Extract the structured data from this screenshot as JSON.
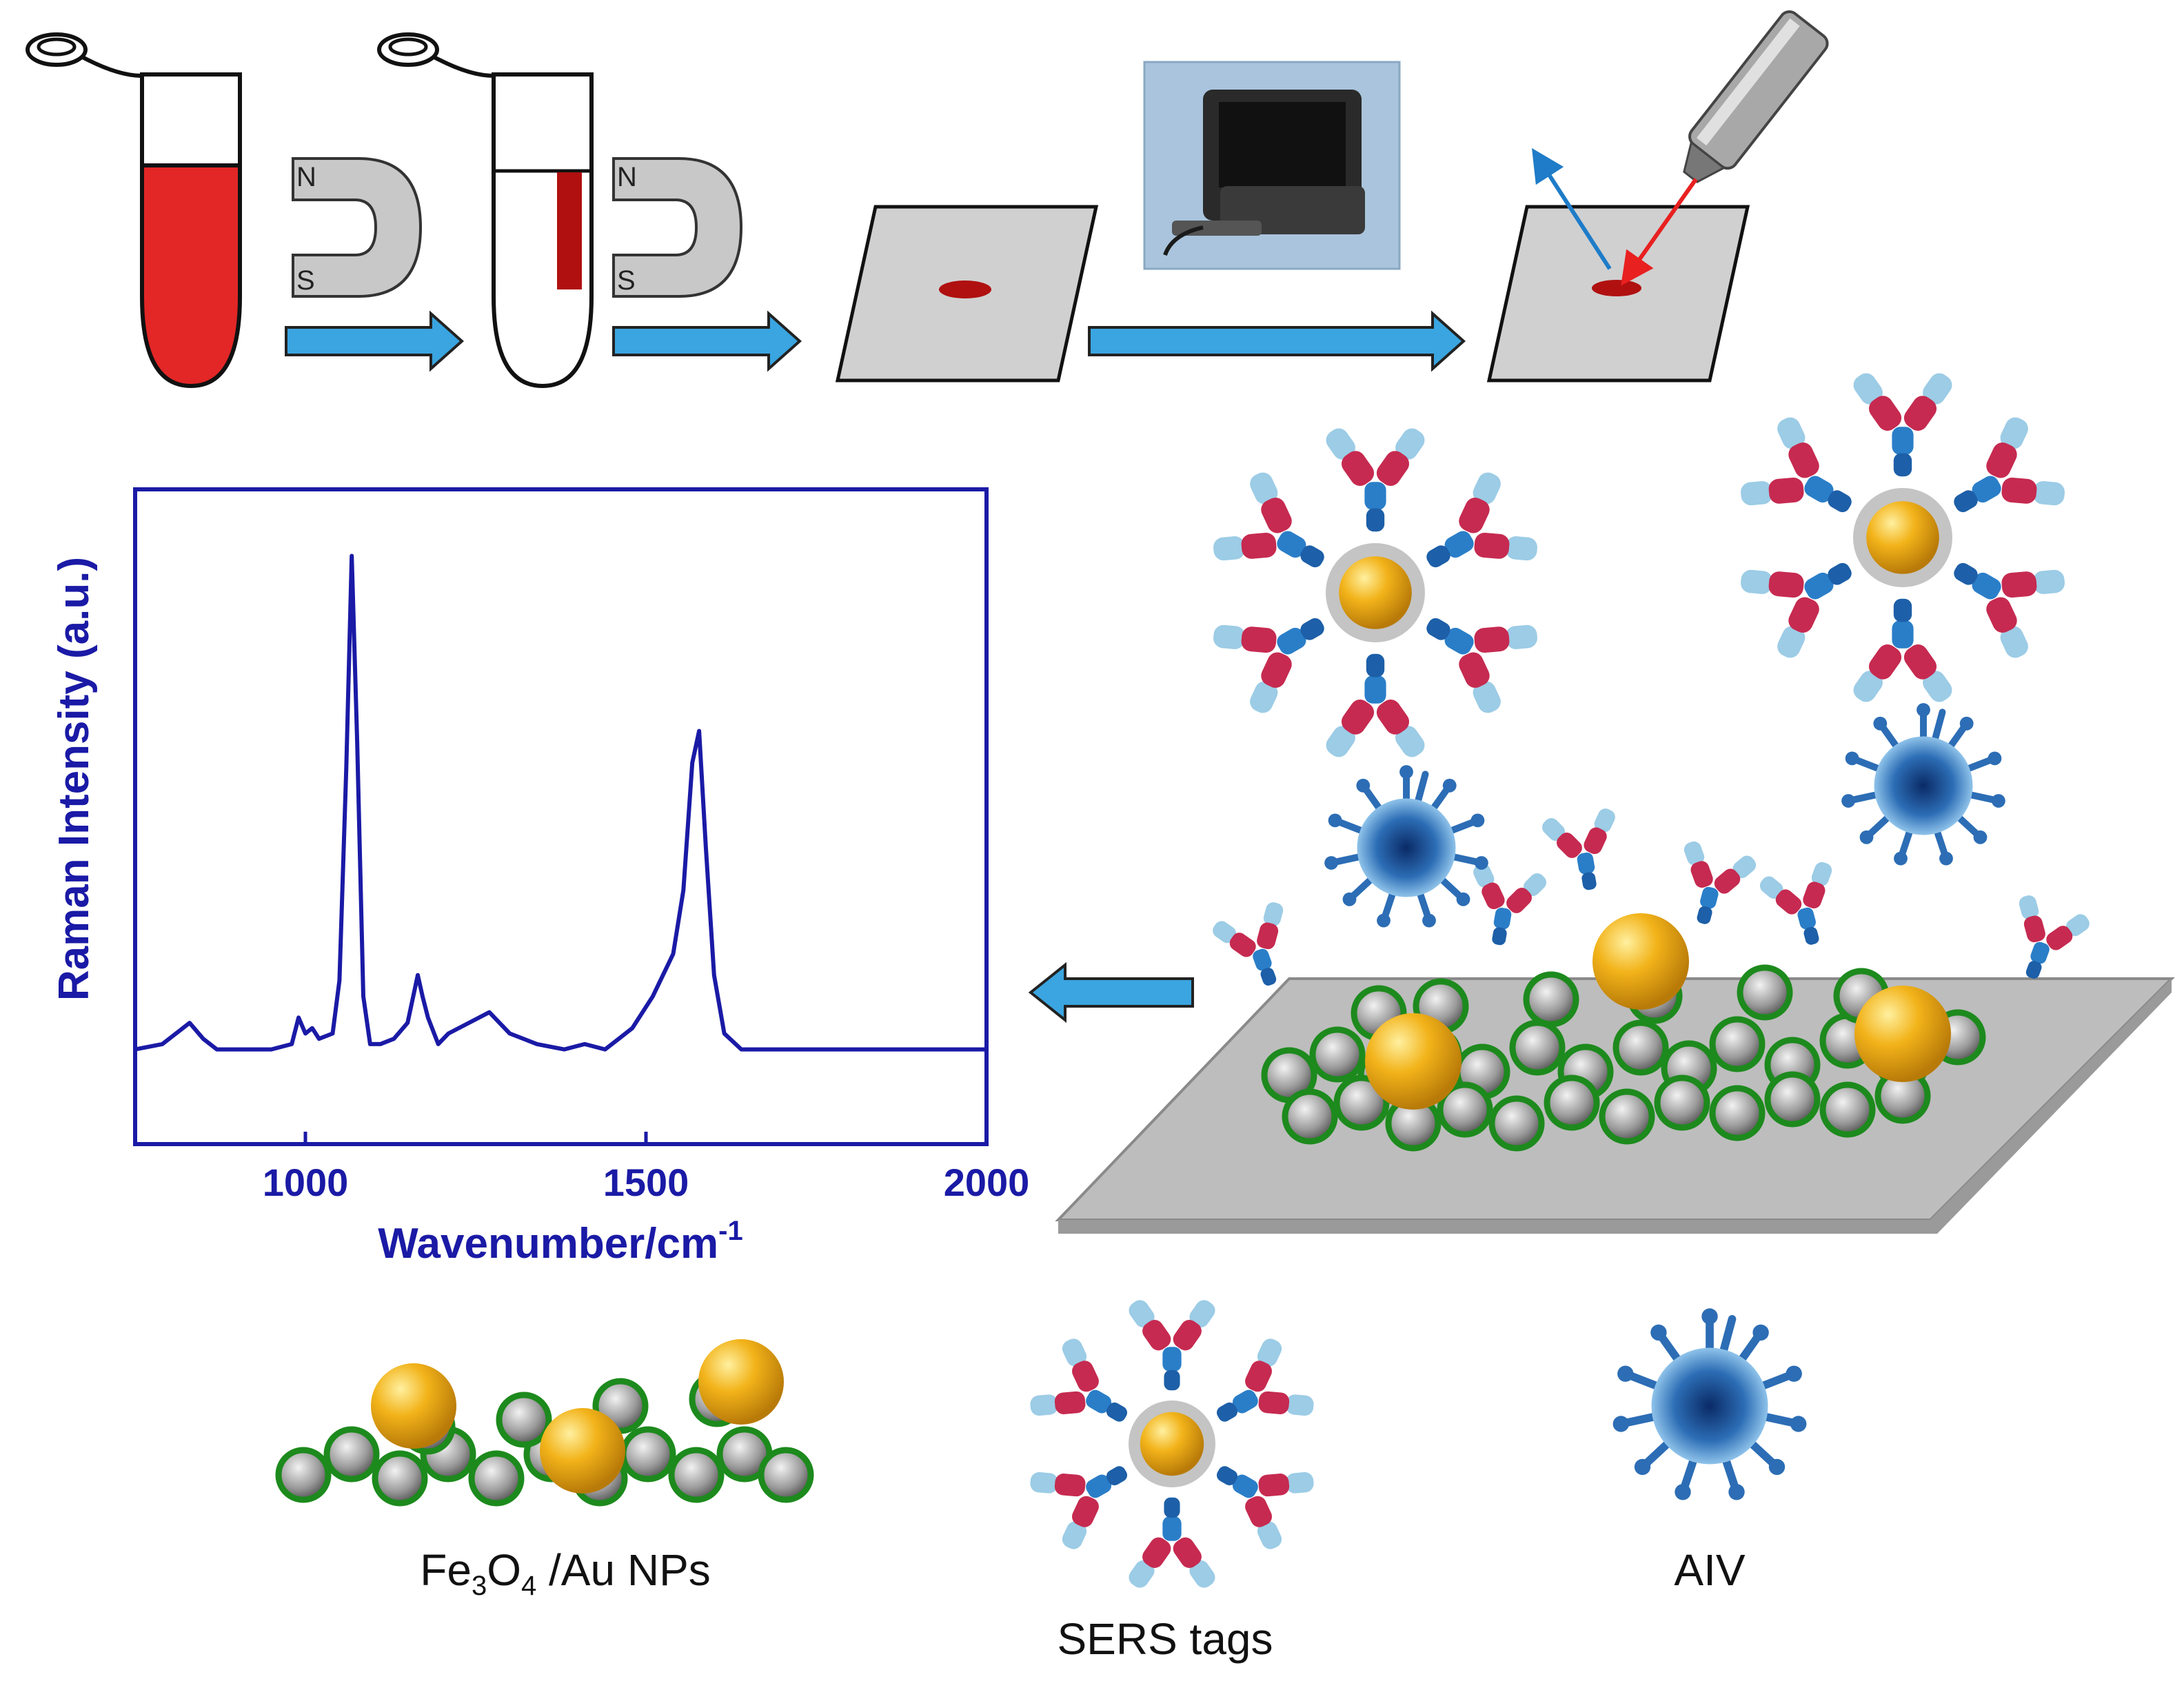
{
  "colors": {
    "sample_red": "#e32626",
    "dark_red": "#b01010",
    "flow_arrow_blue": "#3aa5e0",
    "plot_blue": "#1a1aa6",
    "magnet_gray": "#c8c8c8",
    "substrate_gray": "#bdbdbd",
    "gold": "#f2b31a",
    "shell_green": "#1d8a1d",
    "antibody_red": "#c62a50",
    "antibody_blue": "#2a7ec8",
    "antibody_light_blue": "#9ccce6",
    "virus_blue": "#2c6db5"
  },
  "magnets": [
    {
      "north": "N",
      "south": "S"
    },
    {
      "north": "N",
      "south": "S"
    }
  ],
  "legend": {
    "fe3o4_au": {
      "base": "Fe",
      "sub1": "3",
      "mid": "O",
      "sub2": "4",
      "tail": " /Au NPs"
    },
    "sers_tags": "SERS tags",
    "aiv": "AIV"
  },
  "chart_data": {
    "type": "line",
    "title": "",
    "xlabel": "Wavenumber/cm",
    "xlabel_sup": "-1",
    "ylabel": "Raman Intensity (a.u.)",
    "xlim": [
      750,
      2000
    ],
    "xticks": [
      1000,
      1500,
      2000
    ],
    "ylim": [
      0,
      1
    ],
    "grid": false,
    "series": [
      {
        "x": [
          750,
          790,
          810,
          830,
          850,
          870,
          900,
          950,
          980,
          990,
          1000,
          1010,
          1020,
          1040,
          1050,
          1060,
          1068,
          1076,
          1085,
          1095,
          1110,
          1130,
          1150,
          1165,
          1172,
          1180,
          1195,
          1210,
          1240,
          1270,
          1300,
          1340,
          1380,
          1410,
          1440,
          1460,
          1480,
          1510,
          1540,
          1555,
          1568,
          1578,
          1588,
          1600,
          1615,
          1640,
          1700,
          1800,
          1900,
          2000
        ],
        "y": [
          0.02,
          0.03,
          0.05,
          0.07,
          0.04,
          0.02,
          0.02,
          0.02,
          0.03,
          0.08,
          0.05,
          0.06,
          0.04,
          0.05,
          0.15,
          0.55,
          0.95,
          0.6,
          0.12,
          0.03,
          0.03,
          0.04,
          0.07,
          0.16,
          0.12,
          0.08,
          0.03,
          0.05,
          0.07,
          0.09,
          0.05,
          0.03,
          0.02,
          0.03,
          0.02,
          0.04,
          0.06,
          0.12,
          0.2,
          0.32,
          0.56,
          0.62,
          0.4,
          0.16,
          0.05,
          0.02,
          0.02,
          0.02,
          0.02,
          0.02
        ]
      }
    ]
  }
}
